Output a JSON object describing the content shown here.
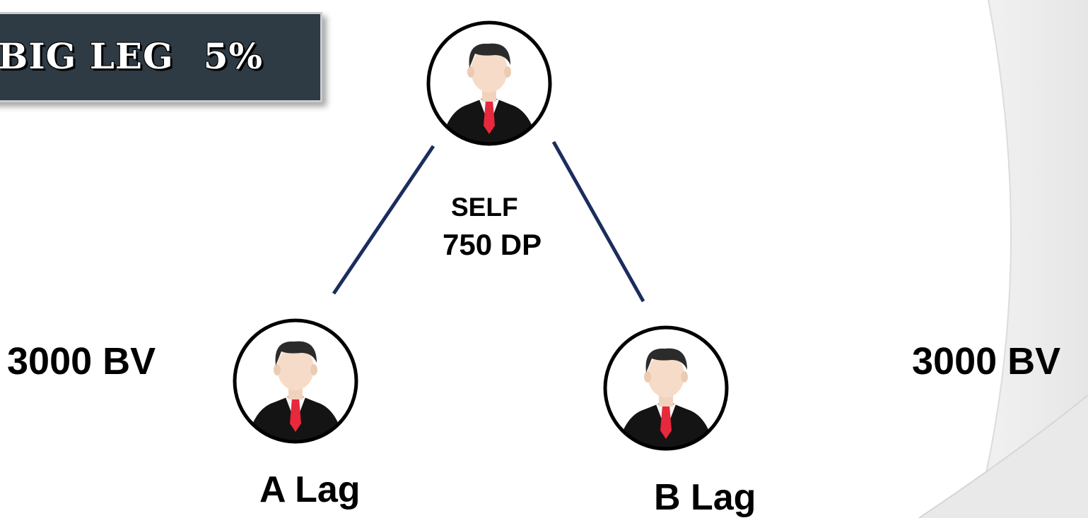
{
  "title": {
    "main": "BIG  LEG",
    "percent": "5%"
  },
  "root": {
    "label": "SELF",
    "value": "750 DP",
    "icon": "person-icon"
  },
  "legs": [
    {
      "label": "A Lag",
      "bv": "3000 BV",
      "icon": "person-icon"
    },
    {
      "label": "B Lag",
      "bv": "3000 BV",
      "icon": "person-icon"
    }
  ],
  "colors": {
    "title_bg": "#2e3a44",
    "connector": "#1b2d5e",
    "node_border": "#000000",
    "tie": "#e8283c",
    "suit": "#111111",
    "skin": "#f4d9c4",
    "hair": "#2b2b2b"
  }
}
